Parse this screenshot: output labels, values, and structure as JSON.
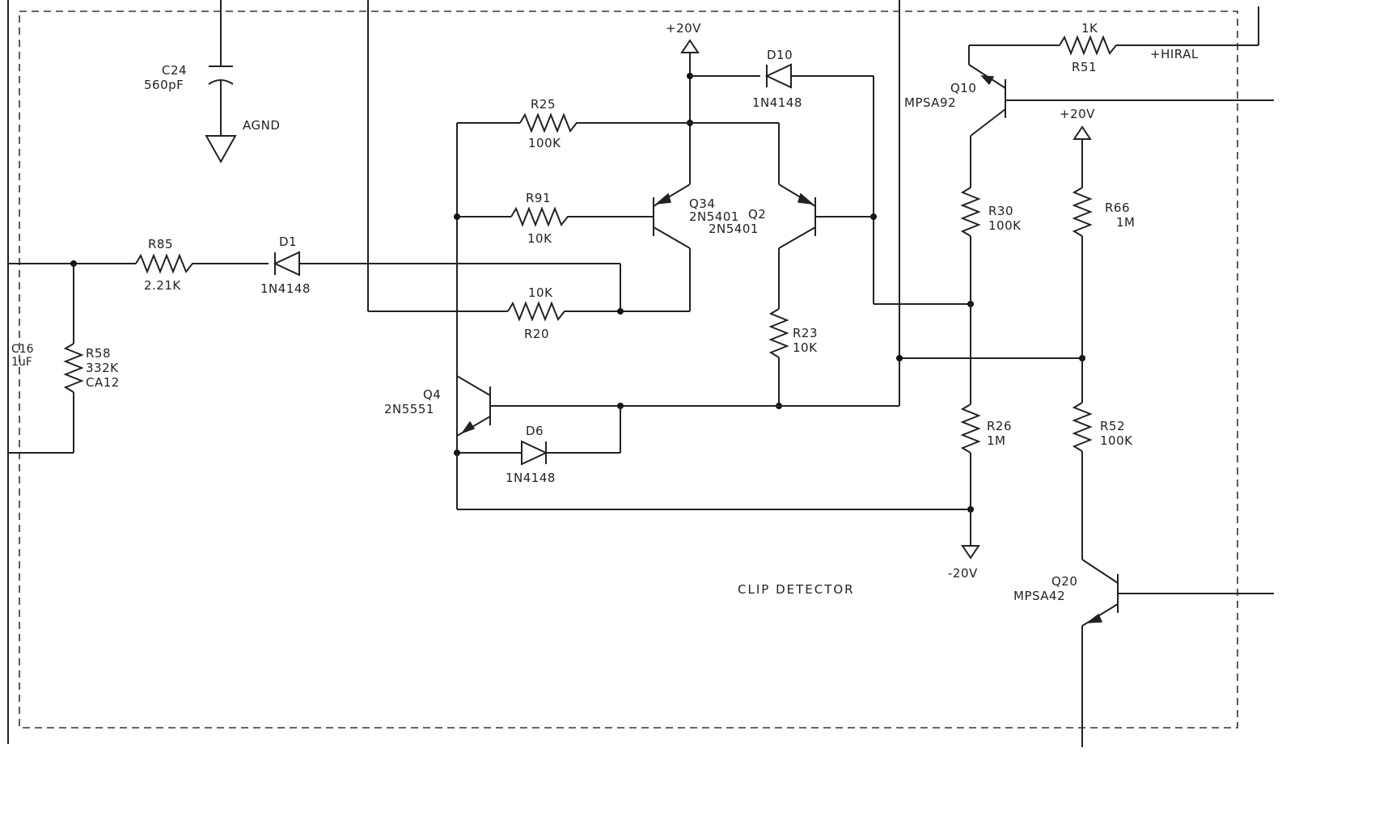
{
  "section_title": "CLIP DETECTOR",
  "rails": {
    "pos_top": "+20V",
    "pos_right": "+20V",
    "neg": "-20V",
    "hiral": "+HIRAL",
    "agnd": "AGND"
  },
  "resistors": {
    "r85": {
      "ref": "R85",
      "value": "2.21K"
    },
    "r58": {
      "ref": "R58",
      "value": "332K",
      "extra": "CA12"
    },
    "r25": {
      "ref": "R25",
      "value": "100K"
    },
    "r91": {
      "ref": "R91",
      "value": "10K"
    },
    "r20": {
      "ref": "R20",
      "value": "10K"
    },
    "r23": {
      "ref": "R23",
      "value": "10K"
    },
    "r30": {
      "ref": "R30",
      "value": "100K"
    },
    "r26": {
      "ref": "R26",
      "value": "1M"
    },
    "r66": {
      "ref": "R66",
      "value": "1M"
    },
    "r52": {
      "ref": "R52",
      "value": "100K"
    },
    "r51": {
      "ref": "R51",
      "value": "1K"
    }
  },
  "capacitors": {
    "c24": {
      "ref": "C24",
      "value": "560pF"
    },
    "c16": {
      "ref": "C16",
      "value": "1uF"
    }
  },
  "diodes": {
    "d1": {
      "ref": "D1",
      "part": "1N4148"
    },
    "d10": {
      "ref": "D10",
      "part": "1N4148"
    },
    "d6": {
      "ref": "D6",
      "part": "1N4148"
    }
  },
  "transistors": {
    "q34": {
      "ref": "Q34",
      "part": "2N5401"
    },
    "q2": {
      "ref": "Q2",
      "part": "2N5401"
    },
    "q4": {
      "ref": "Q4",
      "part": "2N5551"
    },
    "q10": {
      "ref": "Q10",
      "part": "MPSA92"
    },
    "q20": {
      "ref": "Q20",
      "part": "MPSA42"
    }
  }
}
